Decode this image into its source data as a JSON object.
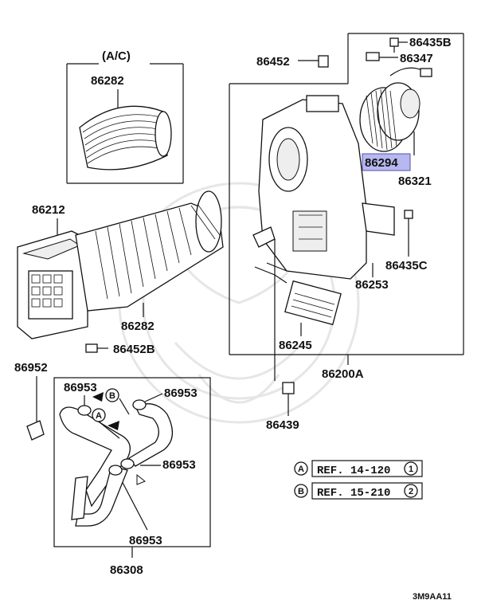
{
  "labels": {
    "ac": "(A/C)",
    "p86282_top": "86282",
    "p86282_mid": "86282",
    "p86212": "86212",
    "p86452B": "86452B",
    "p86452": "86452",
    "p86435B": "86435B",
    "p86347": "86347",
    "p86294": "86294",
    "p86321": "86321",
    "p86435C": "86435C",
    "p86253": "86253",
    "p86245": "86245",
    "p86200A": "86200A",
    "p86439": "86439",
    "p86952": "86952",
    "p86953_a": "86953",
    "p86953_b": "86953",
    "p86953_c": "86953",
    "p86953_d": "86953",
    "p86308": "86308"
  },
  "refs": [
    {
      "letter": "A",
      "text": "REF. 14-120",
      "num": "1"
    },
    {
      "letter": "B",
      "text": "REF. 15-210",
      "num": "2"
    }
  ],
  "markers": {
    "a": "A",
    "b": "B"
  },
  "highlight_color": "#b8b8f0",
  "diagram_code": "3M9AA11"
}
